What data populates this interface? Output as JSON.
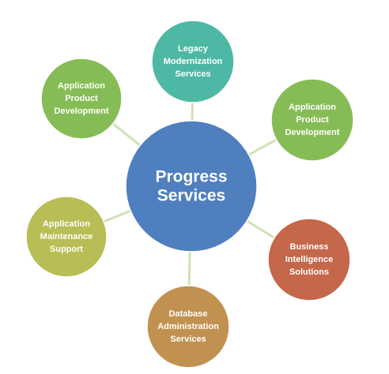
{
  "hub": {
    "lines": [
      "Progress",
      "Services"
    ],
    "color": "#4f7fbf"
  },
  "satellites": [
    {
      "lines": [
        "Legacy",
        "Modernization",
        "Services"
      ],
      "color": "#4db8a3"
    },
    {
      "lines": [
        "Application",
        "Product",
        "Development"
      ],
      "color": "#86bc56"
    },
    {
      "lines": [
        "Business",
        "Intelligence",
        "Solutions"
      ],
      "color": "#c4674a"
    },
    {
      "lines": [
        "Database",
        "Administration",
        "Services"
      ],
      "color": "#c19150"
    },
    {
      "lines": [
        "Application",
        "Maintenance",
        "Support"
      ],
      "color": "#b8bd55"
    },
    {
      "lines": [
        "Application",
        "Product",
        "Development"
      ],
      "color": "#86bc56"
    }
  ],
  "connector_color": "#cfe2b5"
}
